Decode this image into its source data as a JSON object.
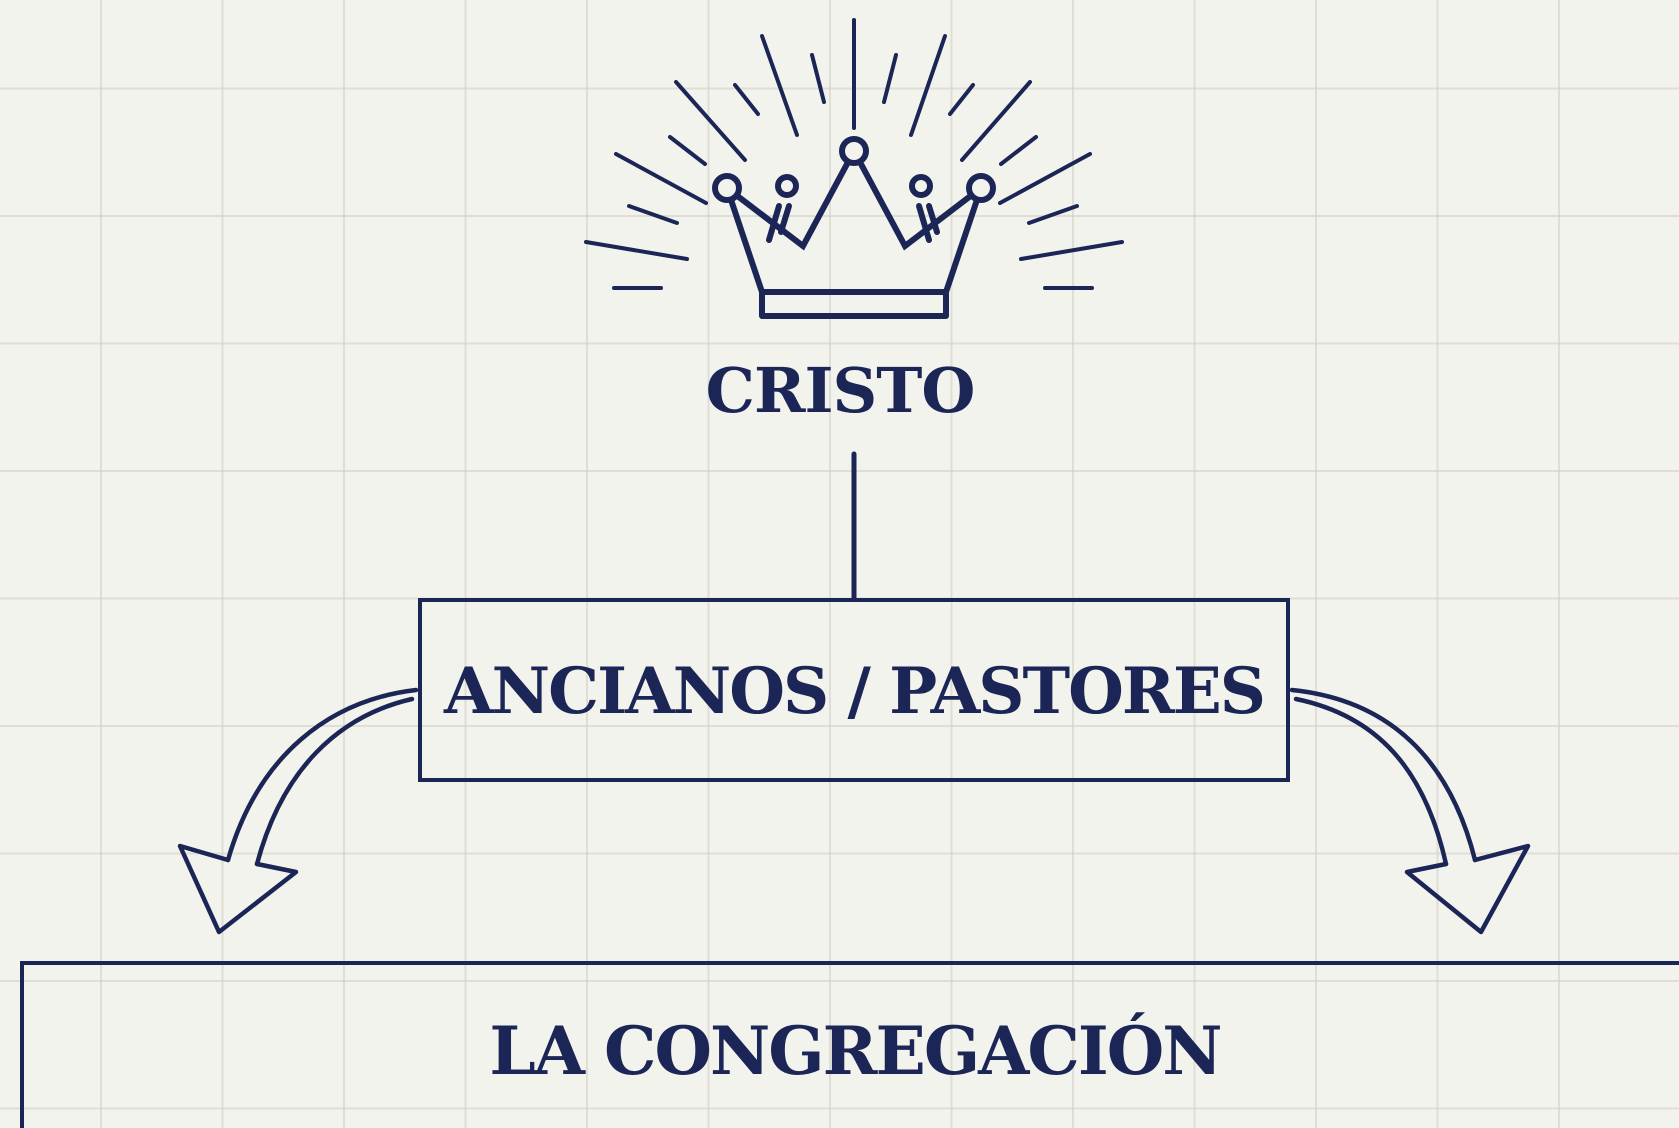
{
  "diagram": {
    "top_label": "CRISTO",
    "middle_label": "ANCIANOS / PASTORES",
    "bottom_label": "LA CONGREGACIÓN",
    "top_icon": "crown-icon",
    "arrow_icons": [
      "arrow-curved-down-left-icon",
      "arrow-curved-down-right-icon"
    ]
  },
  "colors": {
    "ink": "#1c2656",
    "paper": "#f3f3ee",
    "grid": "#cdcdc4"
  }
}
